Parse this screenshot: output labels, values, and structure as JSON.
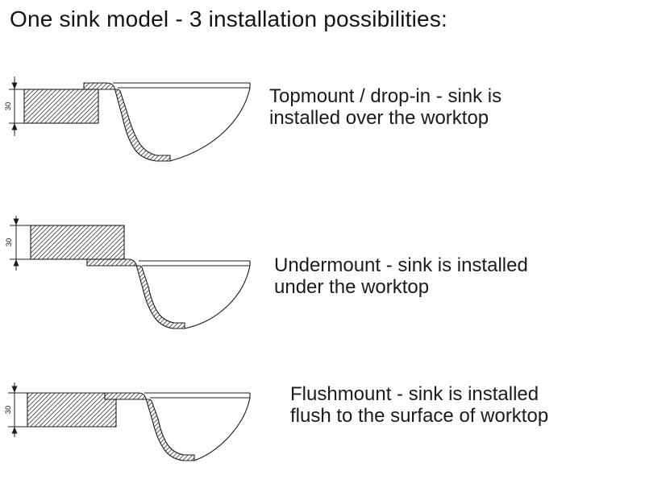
{
  "title": "One sink model - 3 installation possibilities:",
  "dimension_label": "30",
  "rows": [
    {
      "id": "topmount",
      "caption_line1": "Topmount / drop-in - sink is",
      "caption_line2": "installed over the worktop"
    },
    {
      "id": "undermount",
      "caption_line1": "Undermount - sink is installed",
      "caption_line2": "under the worktop"
    },
    {
      "id": "flushmount",
      "caption_line1": "Flushmount - sink is installed",
      "caption_line2": "flush to the surface of worktop"
    }
  ],
  "colors": {
    "line": "#1c1c1c",
    "hatch": "#4a4a4a",
    "background": "#ffffff",
    "text": "#1b1b1b"
  }
}
